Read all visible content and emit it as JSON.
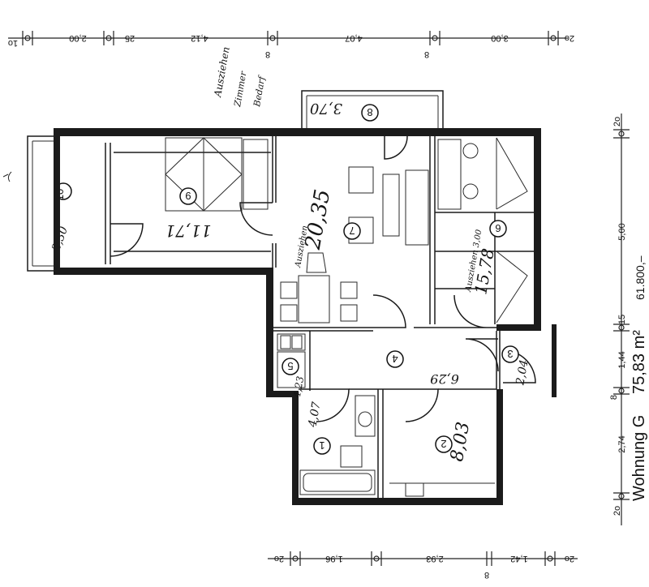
{
  "title": {
    "unit_name": "Wohnung G",
    "area": "75,83 m²",
    "price": "61.800,–"
  },
  "rooms": [
    {
      "number": "1",
      "handwritten": "4,07"
    },
    {
      "number": "2",
      "handwritten": "8,03"
    },
    {
      "number": "3",
      "handwritten": "2,04"
    },
    {
      "number": "4",
      "handwritten": "6,29"
    },
    {
      "number": "5",
      "handwritten": "4,23"
    },
    {
      "number": "6",
      "handwritten": "15,78"
    },
    {
      "number": "7",
      "handwritten": "20,35"
    },
    {
      "number": "8",
      "handwritten": "3,70"
    },
    {
      "number": "9",
      "handwritten": "11,71"
    },
    {
      "number": "10",
      "handwritten": "2,30"
    }
  ],
  "notes": {
    "ausziehen": "Ausziehen",
    "zimmer": "Zimmer",
    "bedarf": "Bedarf",
    "ausziehen_2": "Ausziehen",
    "ausziehen_3": "Ausziehen 3,00"
  },
  "dimensions": {
    "top": [
      "1o",
      "2,00",
      "25",
      "4,12",
      "8",
      "4,07",
      "8",
      "3,00",
      "2o"
    ],
    "bottom": [
      "2o",
      "1,96",
      "2,93",
      "8",
      "1,42",
      "2o"
    ],
    "right": [
      "2o",
      "5,00",
      "15",
      "1,44",
      "8",
      "2,74",
      "2o"
    ]
  }
}
